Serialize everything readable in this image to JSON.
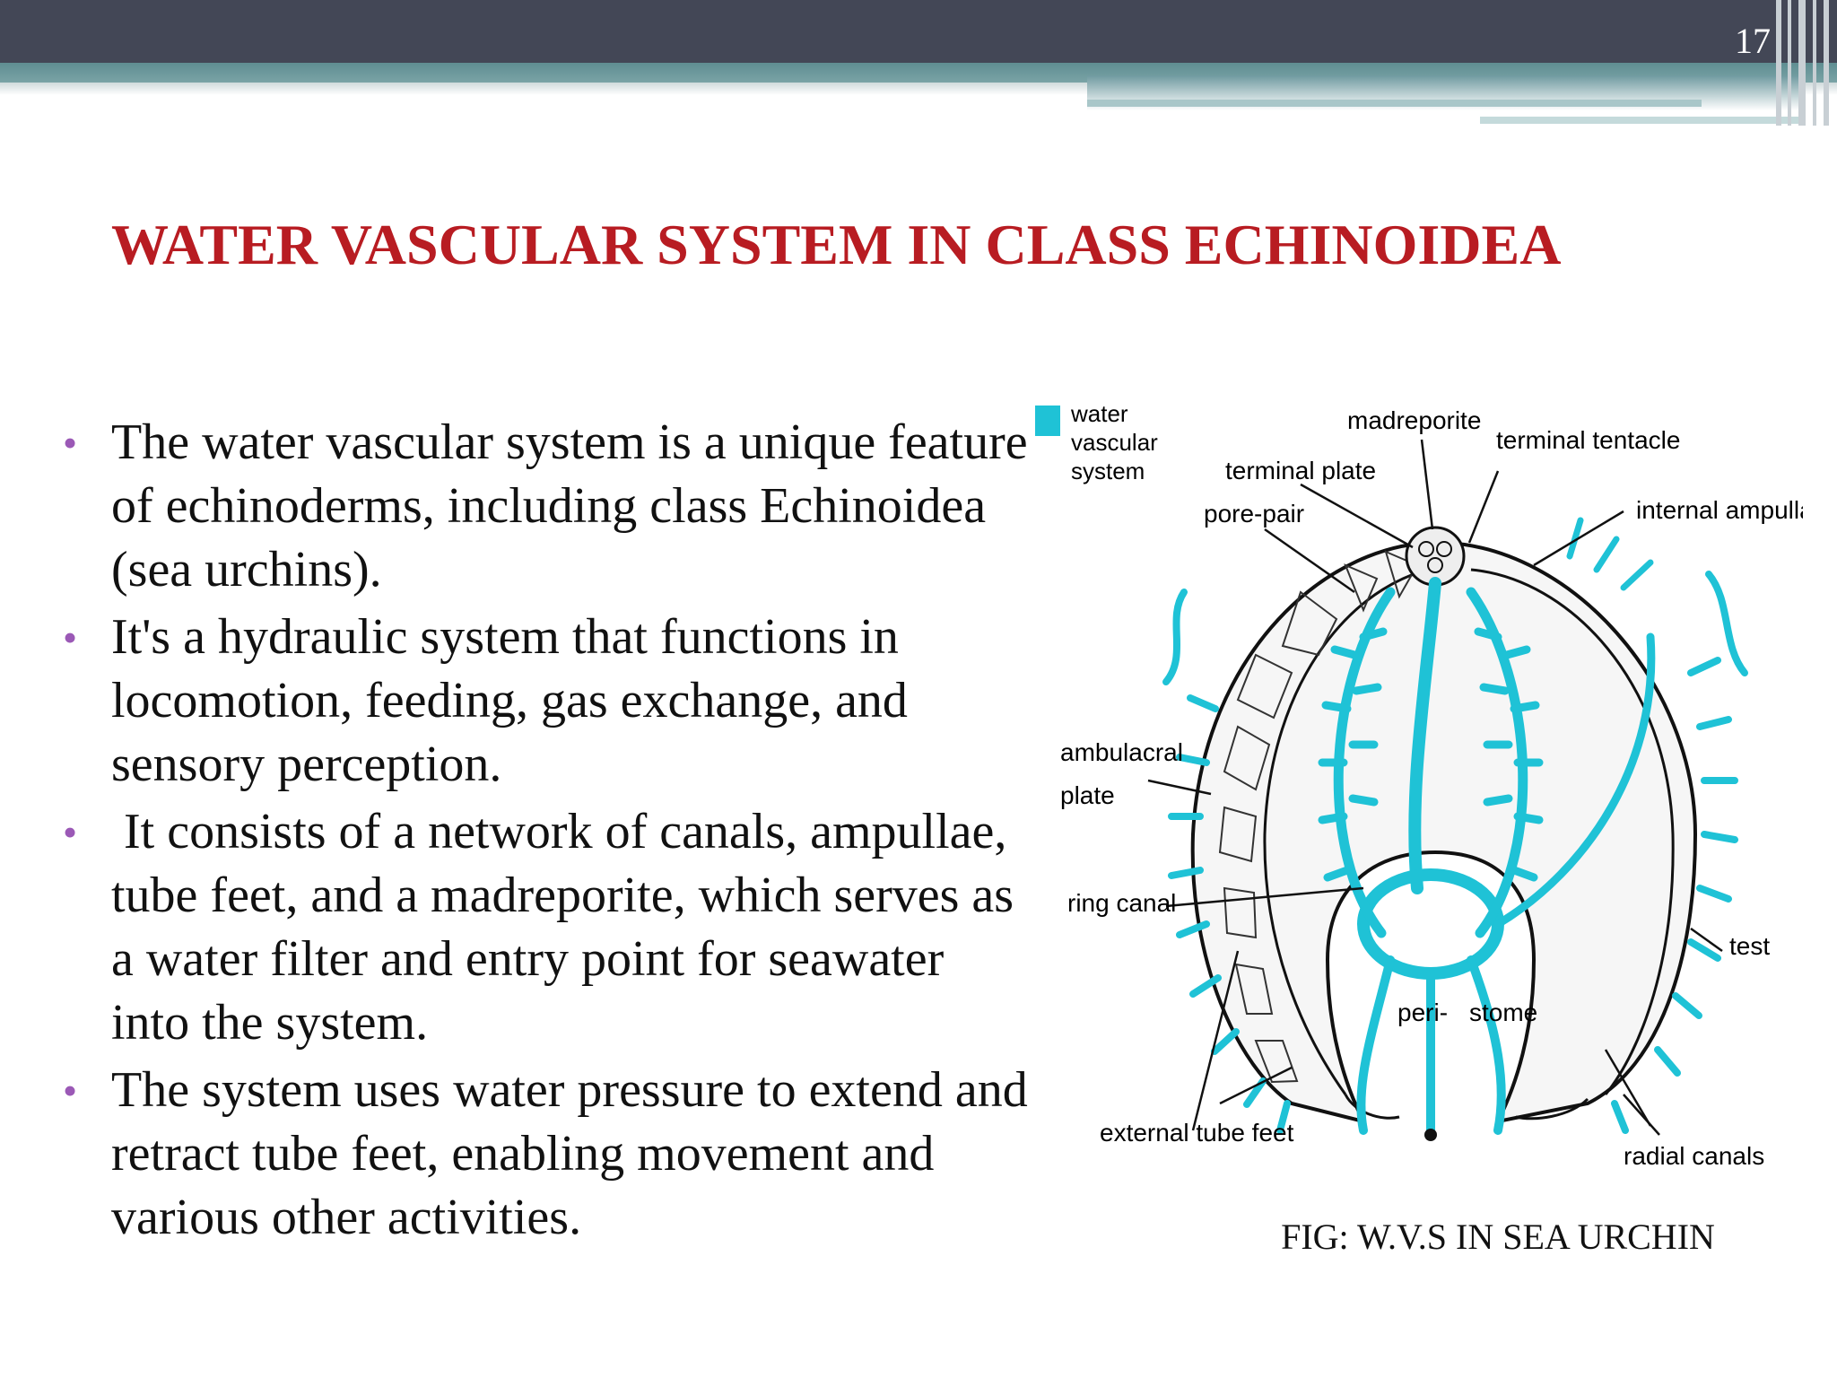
{
  "slide": {
    "page_number": "17",
    "title": "WATER VASCULAR SYSTEM IN CLASS ECHINOIDEA",
    "bullets": [
      "The water vascular system is a unique feature of echinoderms, including class Echinoidea (sea urchins).",
      "It's a hydraulic system that functions in locomotion, feeding, gas exchange, and sensory perception.",
      " It consists of a network of canals, ampullae, tube feet, and a madreporite, which serves as a water filter and entry point for seawater into the system.",
      "The system uses water pressure to extend and retract tube feet, enabling movement and various other activities."
    ],
    "figure": {
      "legend": [
        "water",
        "vascular",
        "system"
      ],
      "labels": {
        "madreporite": "madreporite",
        "terminal_tentacle": "terminal tentacle",
        "terminal_plate": "terminal plate",
        "pore_pair": "pore-pair",
        "internal_ampullae": "internal ampullae",
        "ambulacral_1": "ambulacral",
        "ambulacral_2": "plate",
        "ring_canal": "ring canal",
        "test": "test",
        "peri": "peri-",
        "stome": "stome",
        "external_tube_feet": "external tube feet",
        "radial_canals": "radial canals"
      },
      "caption": "FIG: W.V.S IN SEA URCHIN"
    },
    "colors": {
      "title": "#b81c22",
      "bullet": "#9b59b6",
      "water_system": "#1fc2d6",
      "header": "#434756",
      "header_band": "#6f9aa0"
    }
  }
}
